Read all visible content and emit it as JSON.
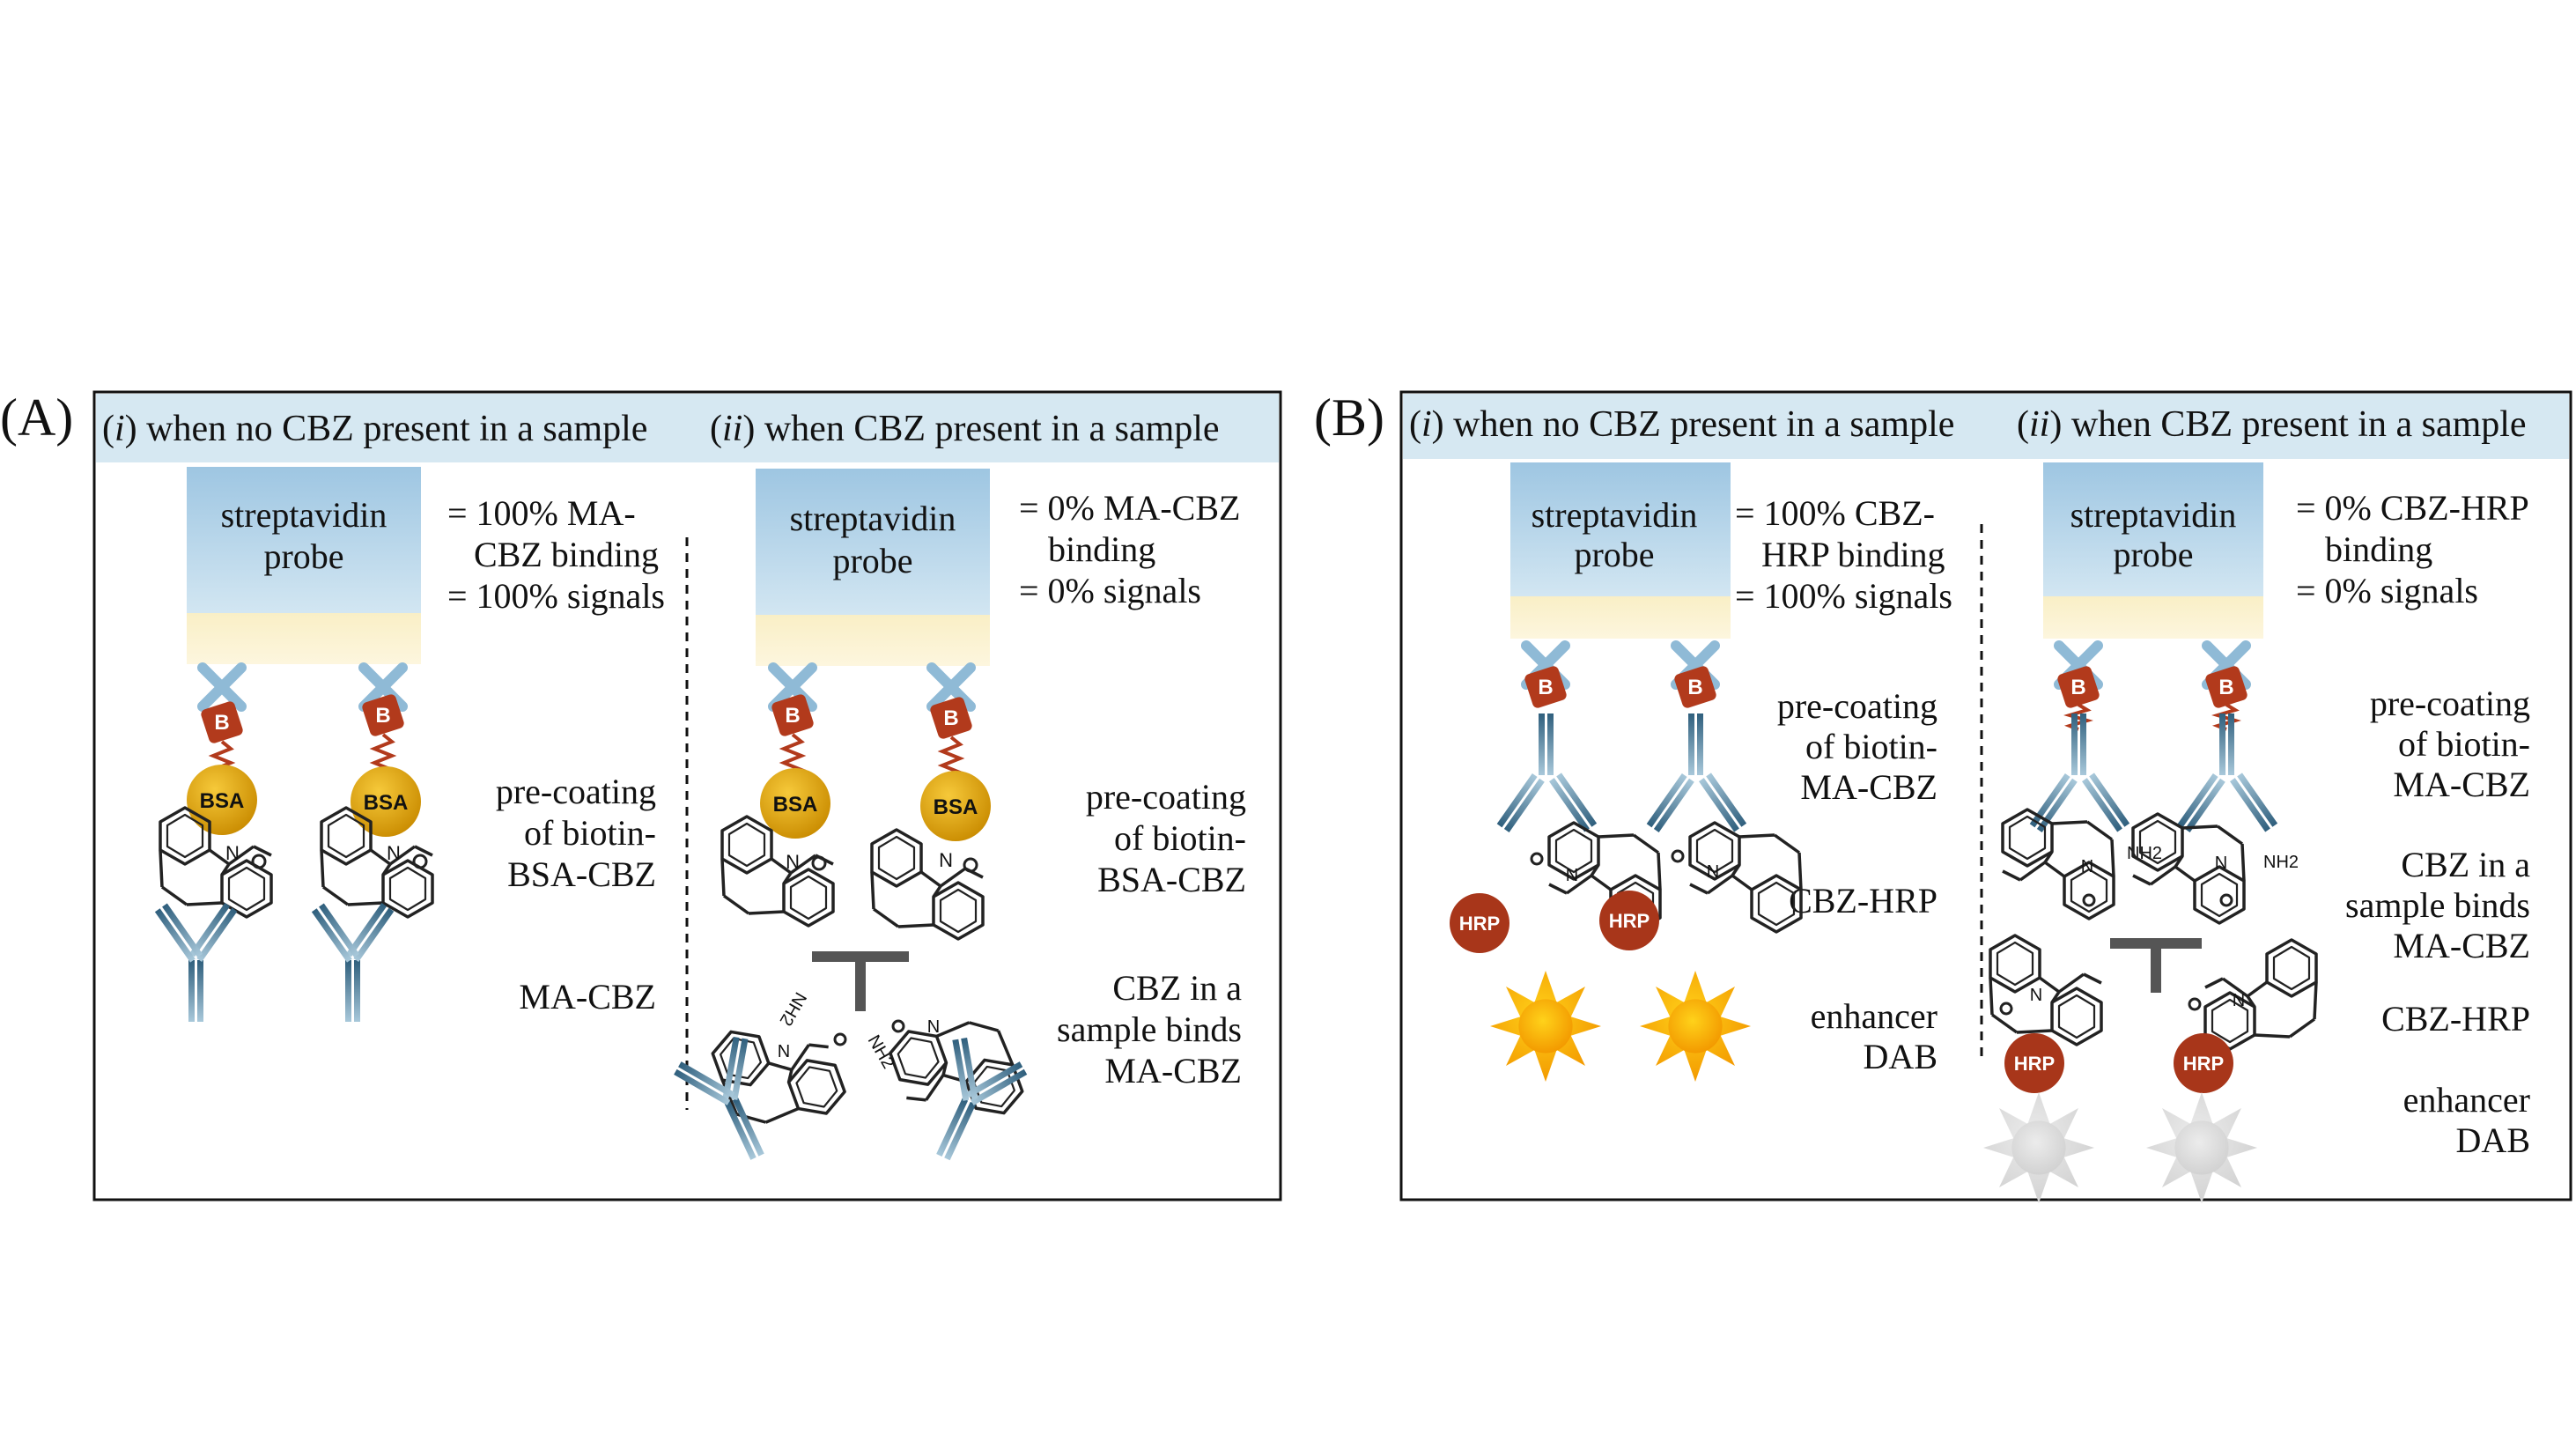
{
  "panel_a": {
    "letter": "(A)",
    "header_i_roman": "i",
    "header_i_rest": " when no CBZ present in a sample",
    "header_ii_roman": "ii",
    "header_ii_rest": " when CBZ present in a sample",
    "probe_label": [
      "streptavidin",
      "probe"
    ],
    "left_note": [
      "= 100% MA-",
      "CBZ binding",
      "= 100% signals"
    ],
    "right_note": [
      "= 0% MA-CBZ",
      "binding",
      "= 0% signals"
    ],
    "label_precoat": [
      "pre-coating",
      "of biotin-",
      "BSA-CBZ"
    ],
    "label_ma": "MA-CBZ",
    "label_sample": [
      "CBZ in a",
      "sample binds",
      "MA-CBZ"
    ]
  },
  "panel_b": {
    "letter": "(B)",
    "header_i_roman": "i",
    "header_i_rest": " when no CBZ present in a sample",
    "header_ii_roman": "ii",
    "header_ii_rest": " when CBZ present in a sample",
    "probe_label": [
      "streptavidin",
      "probe"
    ],
    "left_note": [
      "= 100% CBZ-",
      "HRP binding",
      "= 100% signals"
    ],
    "right_note": [
      "= 0% CBZ-HRP",
      "binding",
      "= 0% signals"
    ],
    "left_precoat": [
      "pre-coating",
      "of biotin-",
      "MA-CBZ"
    ],
    "left_hrp": "CBZ-HRP",
    "left_enhancer": [
      "enhancer",
      "DAB"
    ],
    "right_precoat": [
      "pre-coating",
      "of biotin-",
      "MA-CBZ"
    ],
    "right_sample": [
      "CBZ in a",
      "sample binds",
      "MA-CBZ"
    ],
    "right_hrp": "CBZ-HRP",
    "right_enhancer": [
      "enhancer",
      "DAB"
    ]
  },
  "badges": {
    "biotin": "B",
    "bsa": "BSA",
    "hrp": "HRP"
  },
  "chem": {
    "n": "N",
    "o": "O",
    "nh2": "NH2"
  },
  "colors": {
    "header_bg": "#d6e8f2",
    "probe_top": "#a9cde6",
    "probe_band": "#fbf0c8",
    "biotin": "#b23a1c",
    "bsa": "#e0a800",
    "hrp": "#a8361a",
    "antibody": "#4f7f9a",
    "sun": "#f9b000",
    "grey_sun": "#dcdcdc"
  }
}
